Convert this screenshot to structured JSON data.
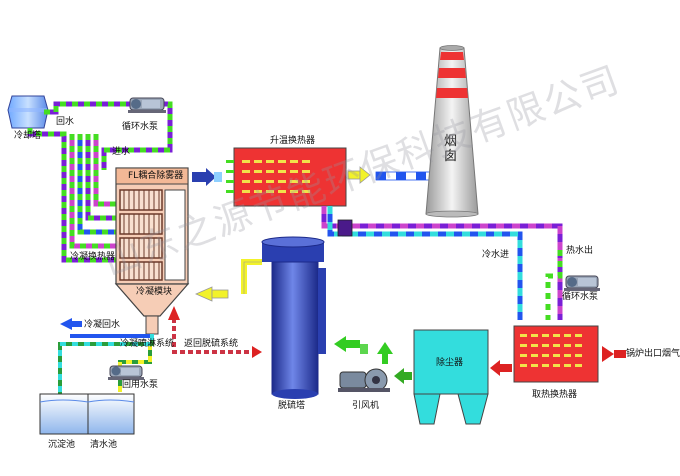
{
  "labels": {
    "cooling_tower": "冷却塔",
    "return_water_top": "回水",
    "circ_pump_top": "循环水泵",
    "water_in_top": "进水",
    "fl_demister": "FL耦合除雾器",
    "condensing_exchanger": "冷凝换热器",
    "condensing_module": "冷凝模块",
    "condensate_return": "冷凝回水",
    "spray_system": "冷凝喷淋系统",
    "return_desulf": "返回脱硫系统",
    "reuse_pump": "回用水泵",
    "sediment_pool": "沉淀池",
    "clear_pool": "清水池",
    "heating_exchanger": "升温换热器",
    "chimney": "烟囱",
    "cold_water_in": "冷水进",
    "hot_water_out": "热水出",
    "circ_pump_right": "循环水泵",
    "desulf_tower": "脱硫塔",
    "induced_fan": "引风机",
    "dust_collector": "除尘器",
    "heat_extraction": "取热换热器",
    "boiler_flue": "锅炉出口烟气"
  },
  "watermark": "山东之源节能环保科技有限公司",
  "colors": {
    "red_box": "#ee3333",
    "cyan_box": "#33dddd",
    "pipe_purple": "#7a1fd6",
    "pipe_green": "#44dd22",
    "pipe_magenta": "#cc44cc",
    "pipe_blue": "#2255ee",
    "tower_blue": "#2a3fb0",
    "arrow_yellow": "#f2f22a",
    "arrow_green": "#33cc22",
    "arrow_red": "#dd2222"
  }
}
